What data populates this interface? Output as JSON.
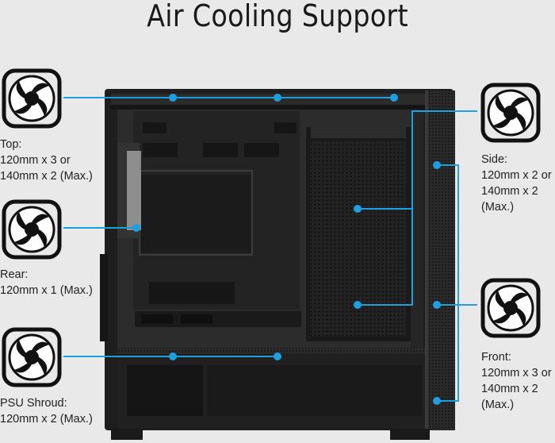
{
  "title": "Air Cooling Support",
  "callouts": {
    "top": {
      "heading": "Top:",
      "line1": "120mm x 3 or",
      "line2": "140mm x 2 (Max.)"
    },
    "rear": {
      "heading": "Rear:",
      "line1": "120mm x 1 (Max.)"
    },
    "psu": {
      "heading": "PSU Shroud:",
      "line1": "120mm x 2 (Max.)"
    },
    "side": {
      "heading": "Side:",
      "line1": "120mm x 2 or",
      "line2": "140mm x 2",
      "line3": "(Max.)"
    },
    "front": {
      "heading": "Front:",
      "line1": "120mm x 3 or",
      "line2": "140mm x 2",
      "line3": "(Max.)"
    }
  },
  "colors": {
    "background": "#e9e9e9",
    "accent_line": "#1f9fe0",
    "case_body": "#1c1c1c",
    "fan_stroke": "#111111"
  },
  "icons": [
    "fan-icon"
  ]
}
